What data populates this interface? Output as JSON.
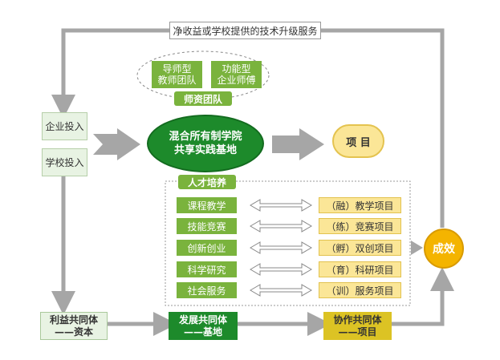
{
  "top_banner": "净收益或学校提供的技术升级服务",
  "faculty": {
    "mentor_team": [
      "导师型",
      "教师团队"
    ],
    "function_team": [
      "功能型",
      "企业师傅"
    ],
    "label": "师资团队"
  },
  "inputs": {
    "enterprise": "企业投入",
    "school": "学校投入"
  },
  "base": [
    "混合所有制学院",
    "共享实践基地"
  ],
  "project": "项 目",
  "talent": {
    "label": "人才培养",
    "rows": [
      {
        "left": "课程教学",
        "right": "（融）教学项目"
      },
      {
        "left": "技能竞赛",
        "right": "（练）竞赛项目"
      },
      {
        "left": "创新创业",
        "right": "（孵）双创项目"
      },
      {
        "left": "科学研究",
        "right": "（育）科研项目"
      },
      {
        "left": "社会服务",
        "right": "（训）服务项目"
      }
    ]
  },
  "outcome": "成效",
  "bottom": {
    "interest": [
      "利益共同体",
      "——资本"
    ],
    "development": [
      "发展共同体",
      "——基地"
    ],
    "collaboration": [
      "协作共同体",
      "——项目"
    ]
  },
  "colors": {
    "green": "#7ab33d",
    "dark_green": "#1d8a2b",
    "light_green": "#e8f3e3",
    "yellow": "#fbe697",
    "gold": "#f4b400",
    "gray_arrow": "#a6a6a6"
  }
}
